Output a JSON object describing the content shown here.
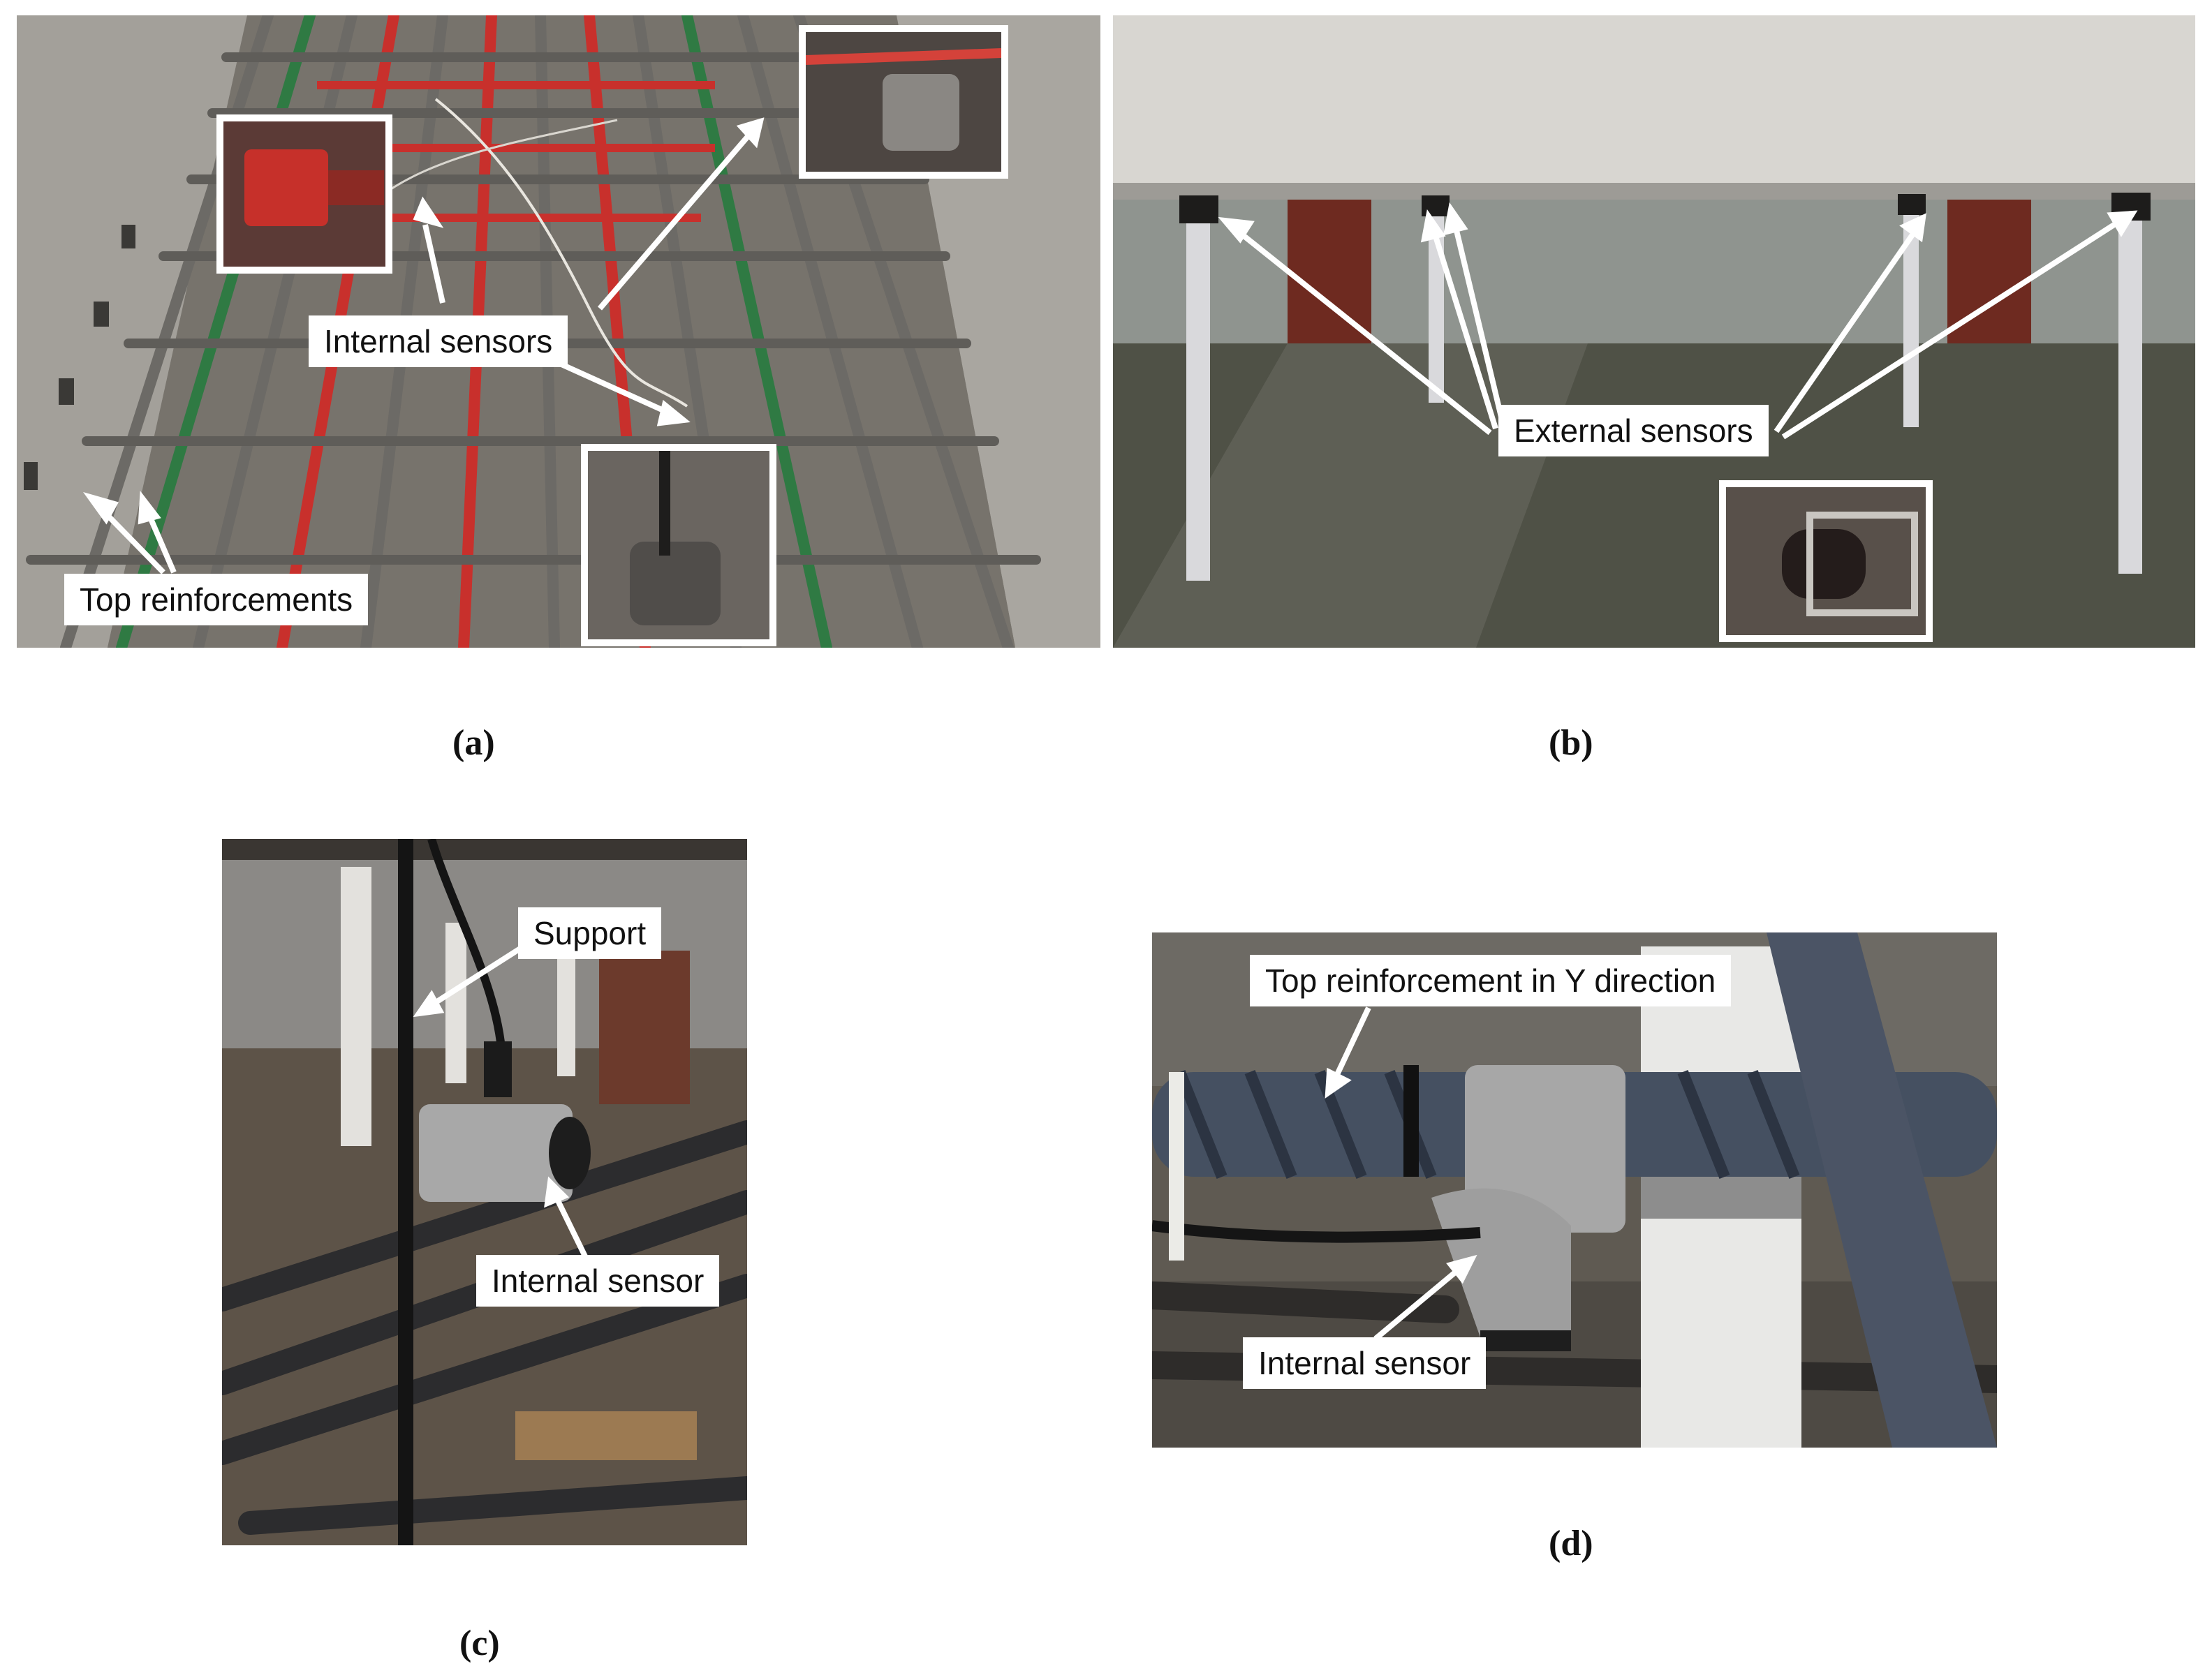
{
  "figure": {
    "panels": [
      {
        "id": "a",
        "caption": "(a)",
        "subject": "rebar-cage-with-internal-sensors",
        "labels": {
          "internal_sensors": "Internal sensors",
          "top_reinforcements": "Top reinforcements"
        }
      },
      {
        "id": "b",
        "caption": "(b)",
        "subject": "slab-underside-with-external-sensors",
        "labels": {
          "external_sensors": "External sensors"
        }
      },
      {
        "id": "c",
        "caption": "(c)",
        "subject": "internal-sensor-on-support",
        "labels": {
          "support": "Support",
          "internal_sensor": "Internal sensor"
        }
      },
      {
        "id": "d",
        "caption": "(d)",
        "subject": "internal-sensor-on-top-reinforcement",
        "labels": {
          "top_reinforcement_y": "Top reinforcement in Y direction",
          "internal_sensor": "Internal sensor"
        }
      }
    ],
    "colors": {
      "label_box": "#ffffff",
      "arrow": "#ffffff",
      "rebar_red": "#c8302c",
      "rebar_green": "#2f7a43",
      "rebar_steel": "#6c6a66"
    }
  }
}
